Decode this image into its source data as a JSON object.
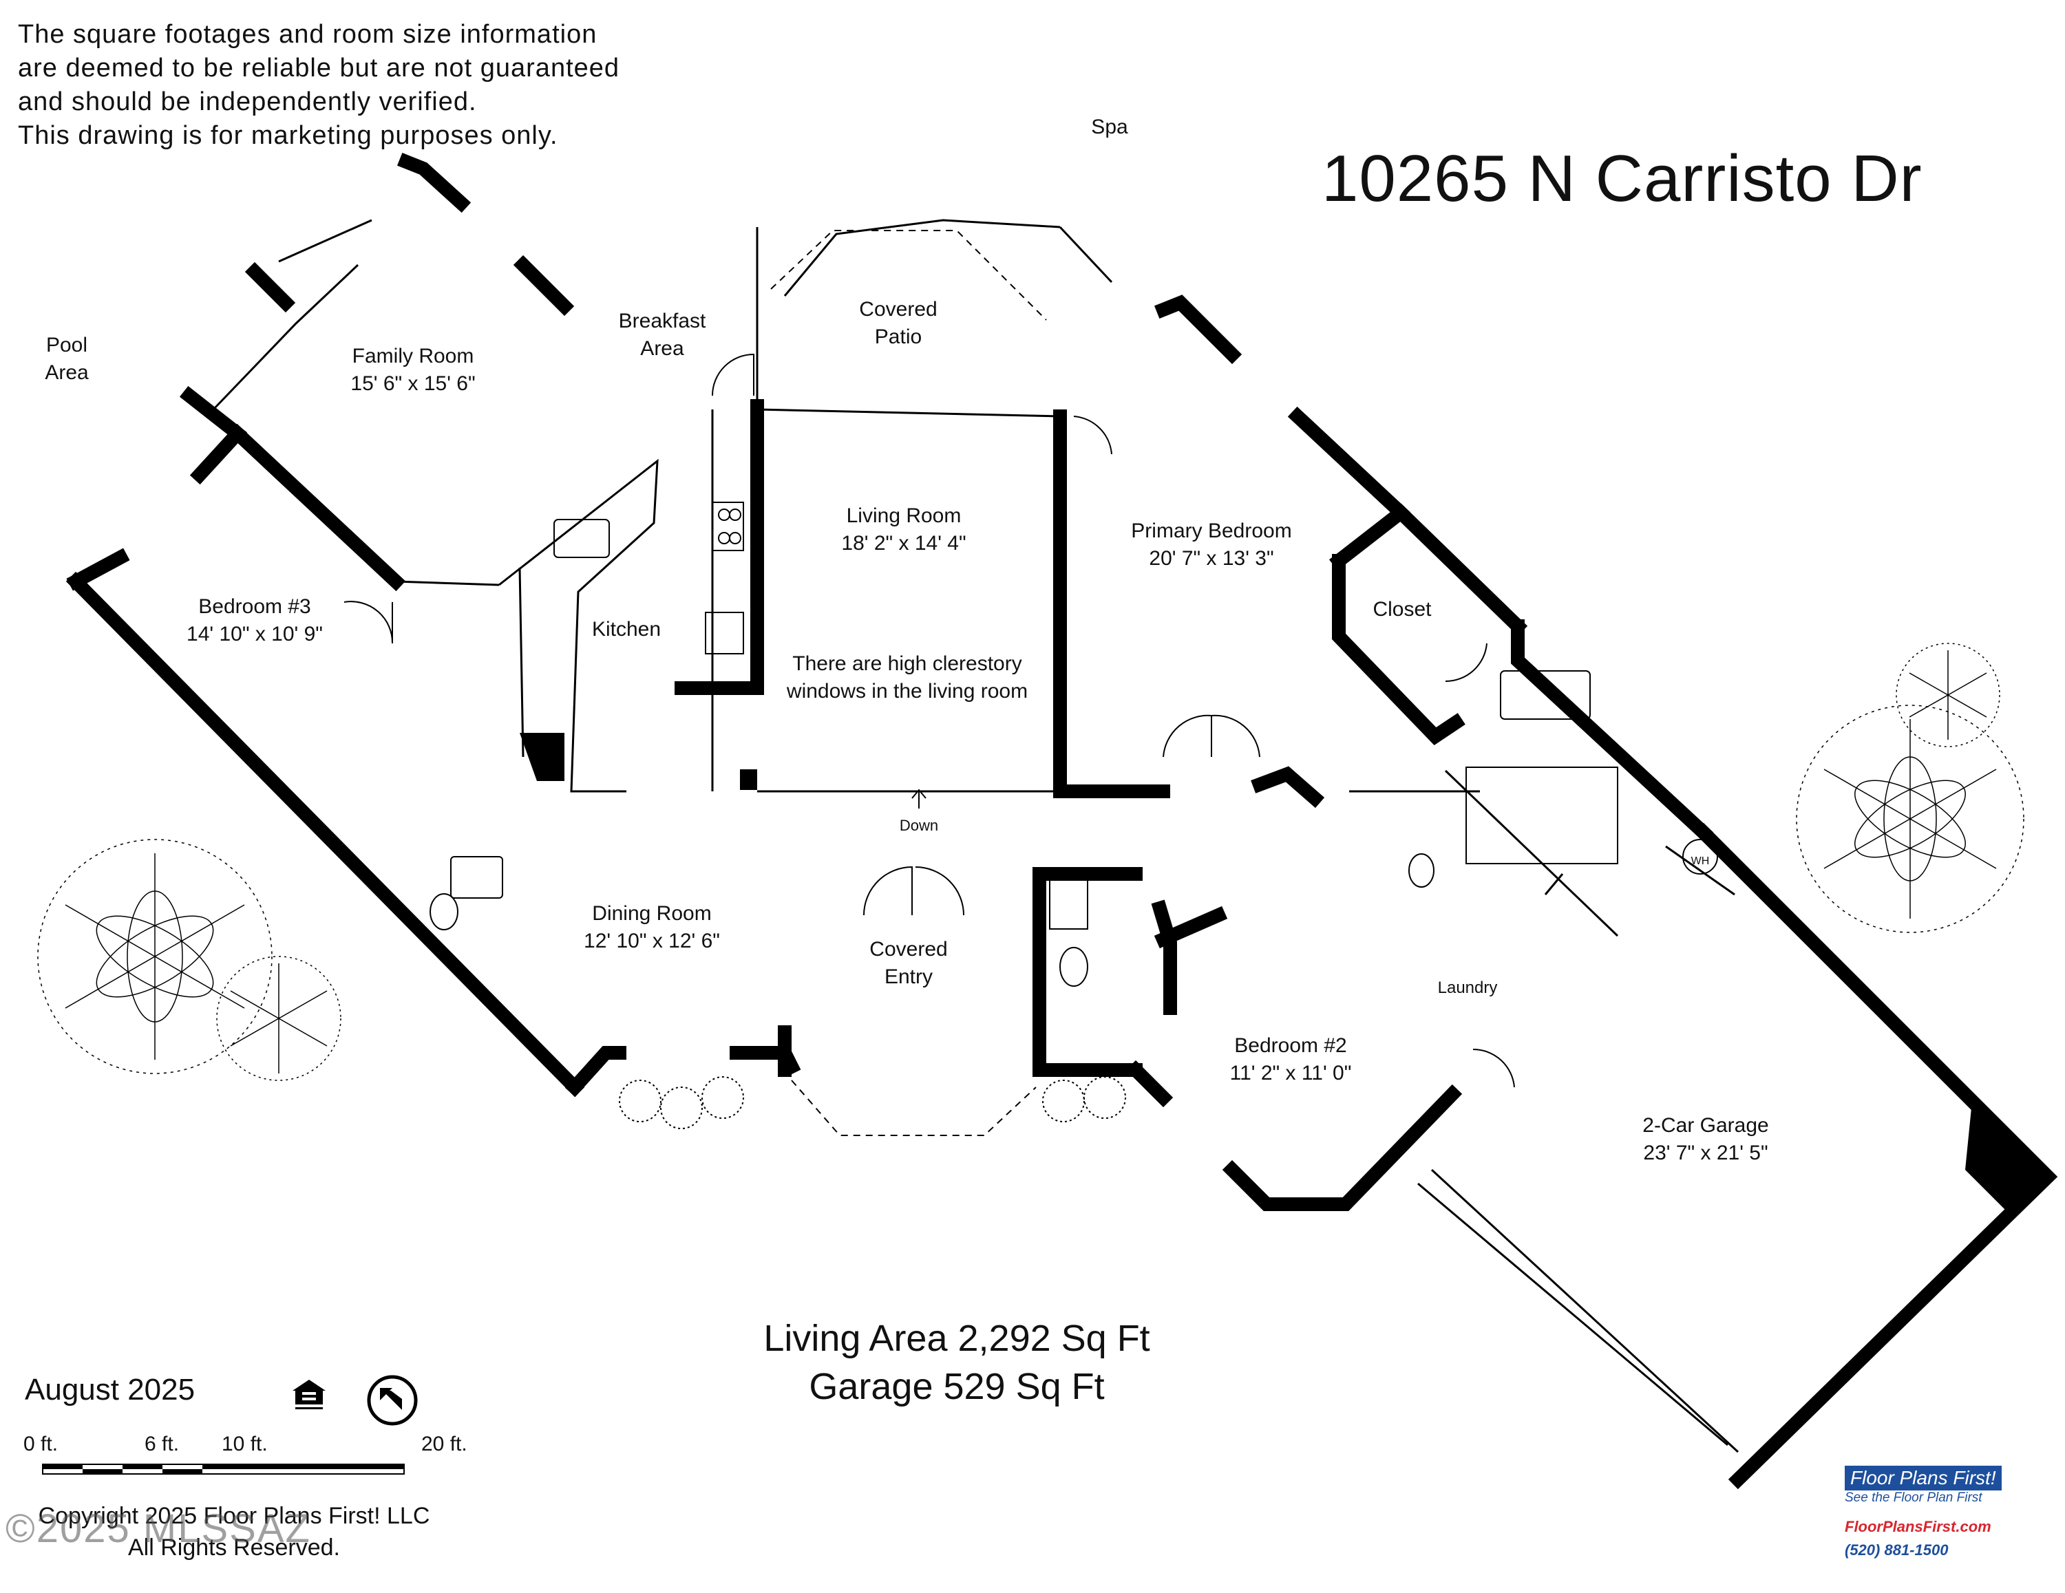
{
  "disclaimer": [
    "The square footages and room size information",
    "are deemed to be reliable but are not guaranteed",
    "and should be independently verified.",
    "This drawing is for marketing purposes only."
  ],
  "address": "10265 N Carristo Dr",
  "labels": {
    "spa": "Spa",
    "pool": [
      "Pool",
      "Area"
    ],
    "family_room": [
      "Family Room",
      "15' 6\" x 15' 6\""
    ],
    "breakfast": [
      "Breakfast",
      "Area"
    ],
    "covered_patio": [
      "Covered",
      "Patio"
    ],
    "living_room": [
      "Living Room",
      "18' 2\" x 14' 4\""
    ],
    "clerestory": [
      "There are high clerestory",
      "windows in the living room"
    ],
    "primary_bedroom": [
      "Primary Bedroom",
      "20' 7\" x 13' 3\""
    ],
    "closet": "Closet",
    "kitchen": "Kitchen",
    "bedroom3": [
      "Bedroom #3",
      "14' 10\" x 10' 9\""
    ],
    "down": "Down",
    "dining_room": [
      "Dining Room",
      "12' 10\" x 12' 6\""
    ],
    "covered_entry": [
      "Covered",
      "Entry"
    ],
    "bedroom2": [
      "Bedroom #2",
      "11' 2\" x 11' 0\""
    ],
    "laundry": "Laundry",
    "garage": [
      "2-Car Garage",
      "23' 7\" x 21' 5\""
    ],
    "wh": "WH"
  },
  "areas": [
    "Living Area 2,292 Sq Ft",
    "Garage 529  Sq Ft"
  ],
  "date": "August 2025",
  "scale": [
    "0 ft.",
    "6 ft.",
    "10 ft.",
    "20 ft."
  ],
  "copyright": [
    "Copyright 2025 Floor Plans First! LLC",
    "All Rights Reserved."
  ],
  "watermark": "©2025 MLSSAZ",
  "logo": {
    "brand": "Floor Plans First!",
    "tagline": "See the Floor Plan First",
    "url": "FloorPlansFirst.com",
    "phone": "(520) 881-1500",
    "colors": {
      "red": "#d7262e",
      "blue": "#1d4f9c"
    }
  },
  "icons": [
    "equal-housing-icon",
    "north-arrow-icon"
  ]
}
